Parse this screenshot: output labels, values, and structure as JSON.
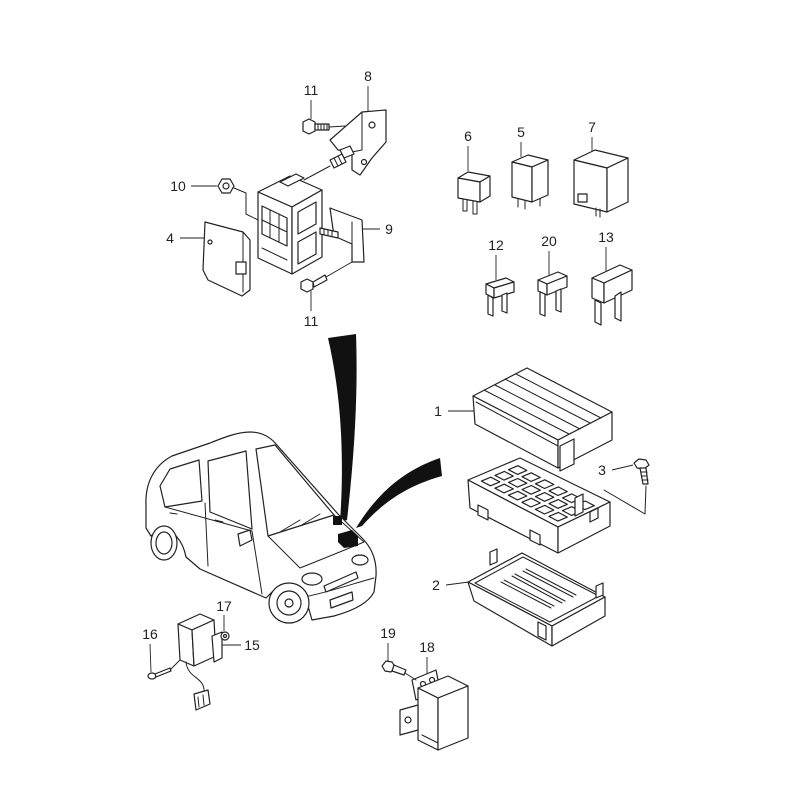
{
  "colors": {
    "line": "#222222",
    "fill": "#ffffff",
    "background": "#ffffff",
    "solid": "#111111"
  },
  "callouts": {
    "c11_top": "11",
    "c8": "8",
    "c6": "6",
    "c5": "5",
    "c7": "7",
    "c10": "10",
    "c4": "4",
    "c9": "9",
    "c12": "12",
    "c20": "20",
    "c13": "13",
    "c11_bottom": "11",
    "c1": "1",
    "c3": "3",
    "c2": "2",
    "c17": "17",
    "c16": "16",
    "c15": "15",
    "c19": "19",
    "c18": "18"
  }
}
